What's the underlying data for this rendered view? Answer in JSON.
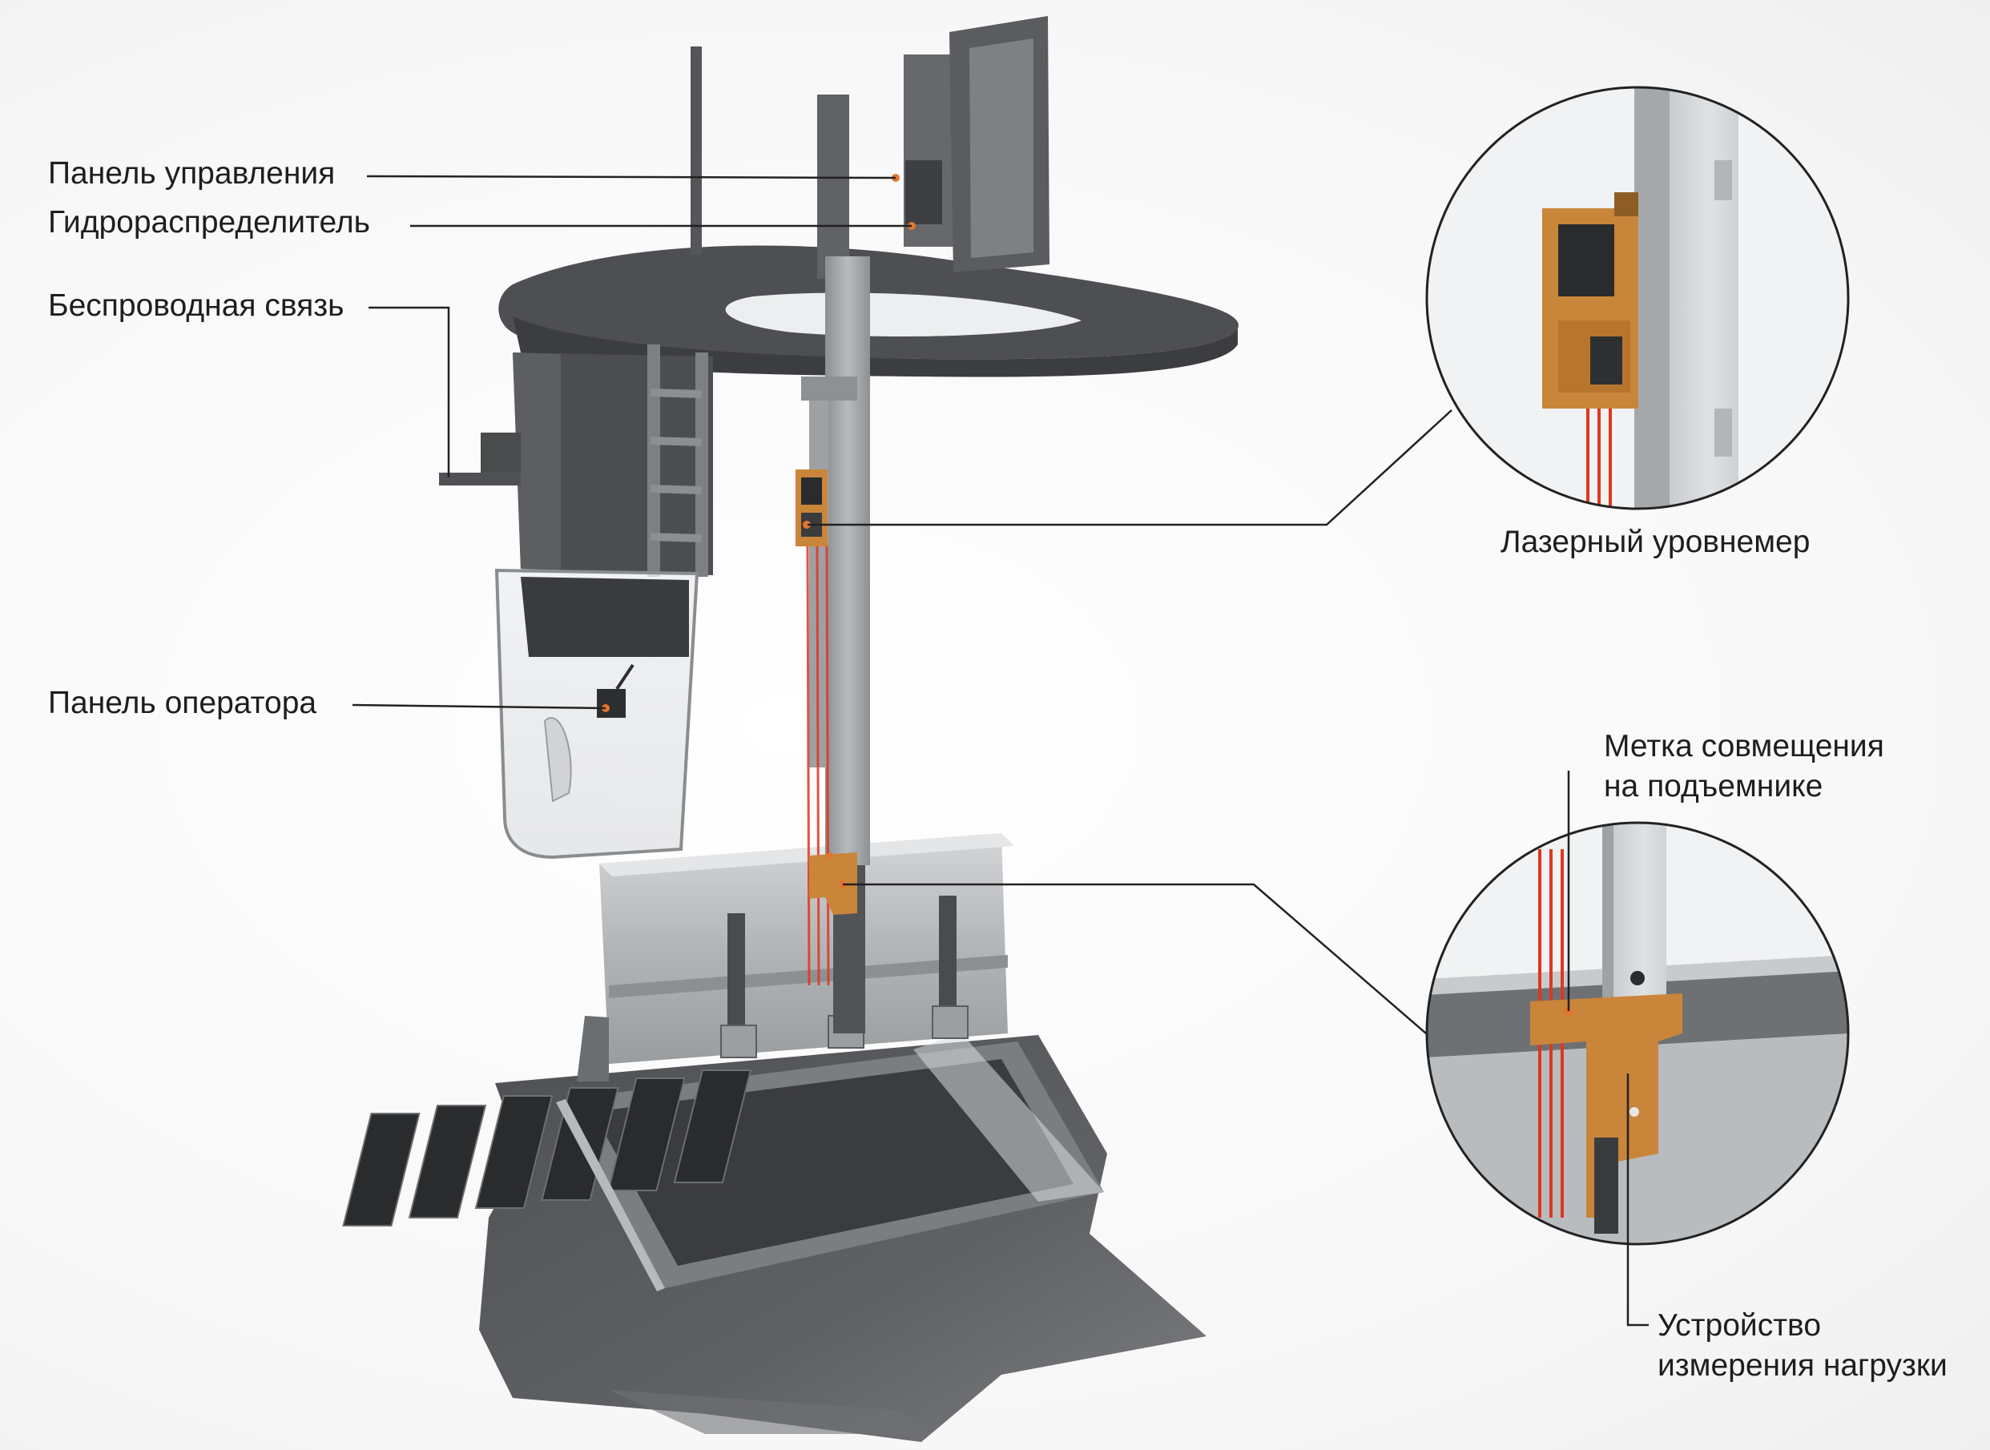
{
  "labels": {
    "control_panel": "Панель управления",
    "hydraulic_distributor": "Гидрораспределитель",
    "wireless": "Беспроводная связь",
    "operator_panel": "Панель оператора",
    "laser_level": "Лазерный уровнемер",
    "alignment_mark_line1": "Метка совмещения",
    "alignment_mark_line2": "на подъемнике",
    "load_device_line1": "Устройство",
    "load_device_line2": "измерения нагрузки"
  },
  "colors": {
    "frame_dark": "#4a4b4d",
    "frame_mid": "#66686b",
    "steel_light": "#b9bcbf",
    "laser_red": "#e0361f",
    "bracket_orange": "#c9853a",
    "floor_dark": "#55575a",
    "leader_line": "#222222"
  }
}
